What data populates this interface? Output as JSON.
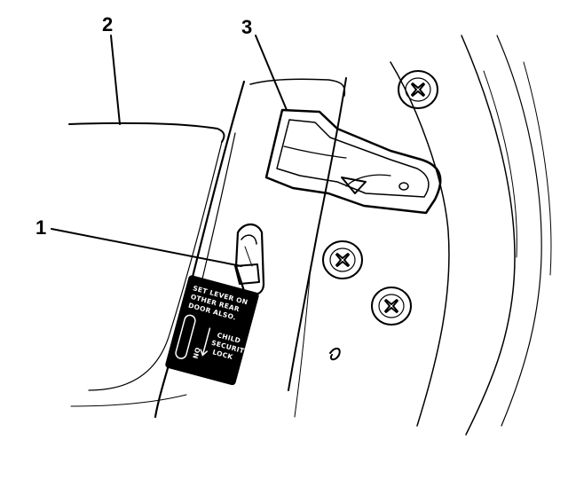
{
  "diagram": {
    "callouts": [
      {
        "id": "1",
        "label": "1"
      },
      {
        "id": "2",
        "label": "2"
      },
      {
        "id": "3",
        "label": "3"
      }
    ],
    "decal": {
      "line1": "SET LEVER ON",
      "line2": "OTHER REAR",
      "line3": "DOOR ALSO.",
      "left_label": "ON",
      "right_label": "CHILD",
      "right_label_2": "SECURITY",
      "right_label_3": "LOCK"
    }
  }
}
